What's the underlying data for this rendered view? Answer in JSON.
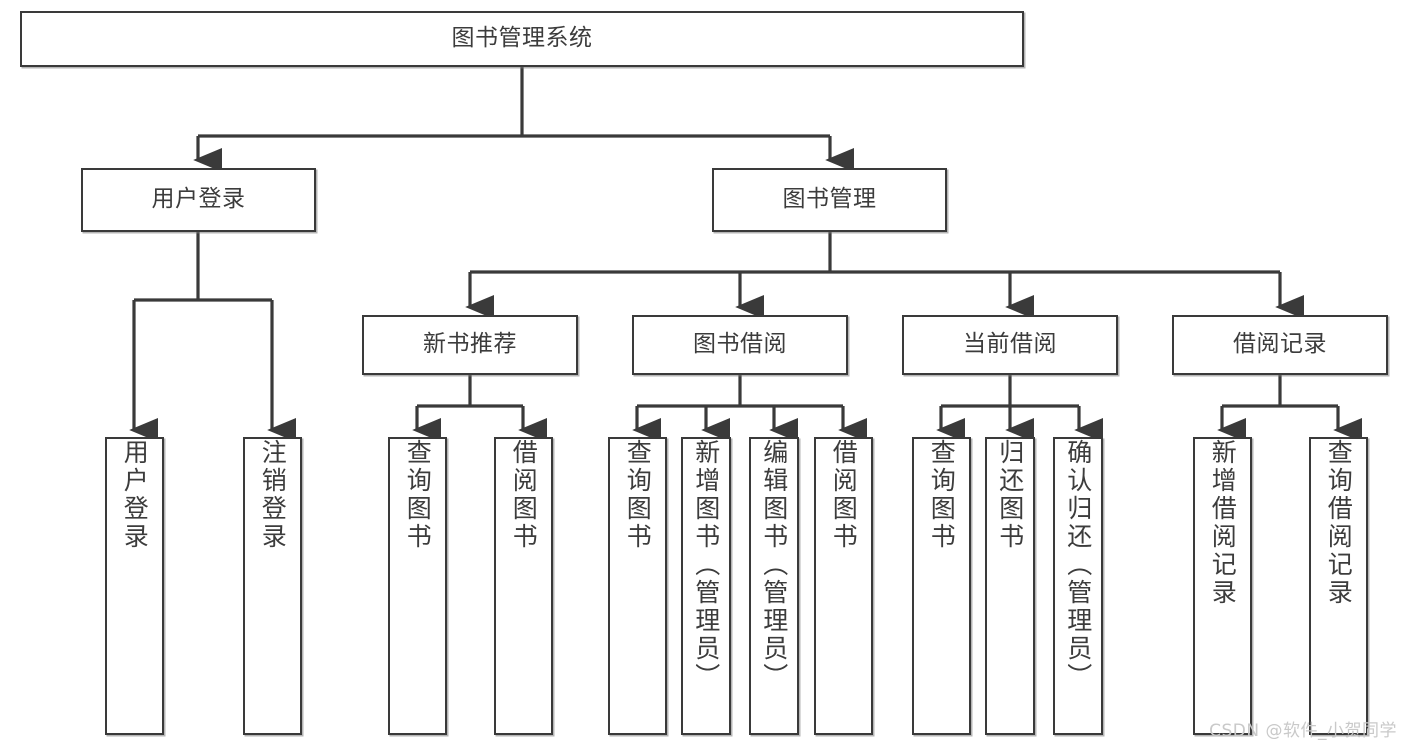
{
  "diagram": {
    "title": "图书管理系统",
    "type": "tree-hierarchy",
    "colors": {
      "box_border": "#3a3a3a",
      "box_fill": "#ffffff",
      "connector": "#3a3a3a",
      "text": "#3c3c3c",
      "watermark": "#c9c9c9"
    },
    "root": {
      "label": "图书管理系统"
    },
    "level2": [
      {
        "label": "用户登录"
      },
      {
        "label": "图书管理"
      }
    ],
    "level3": [
      {
        "label": "新书推荐"
      },
      {
        "label": "图书借阅"
      },
      {
        "label": "当前借阅"
      },
      {
        "label": "借阅记录"
      }
    ],
    "leaves": {
      "user_login": [
        {
          "label": "用户登录"
        },
        {
          "label": "注销登录"
        }
      ],
      "new_book_recommend": [
        {
          "label": "查询图书"
        },
        {
          "label": "借阅图书"
        }
      ],
      "book_borrow": [
        {
          "label": "查询图书"
        },
        {
          "label": "新增图书（管理员）"
        },
        {
          "label": "编辑图书（管理员）"
        },
        {
          "label": "借阅图书"
        }
      ],
      "current_borrow": [
        {
          "label": "查询图书"
        },
        {
          "label": "归还图书"
        },
        {
          "label": "确认归还（管理员）"
        }
      ],
      "borrow_record": [
        {
          "label": "新增借阅记录"
        },
        {
          "label": "查询借阅记录"
        }
      ]
    }
  },
  "watermark": {
    "text": "CSDN @软件_小贺同学"
  }
}
